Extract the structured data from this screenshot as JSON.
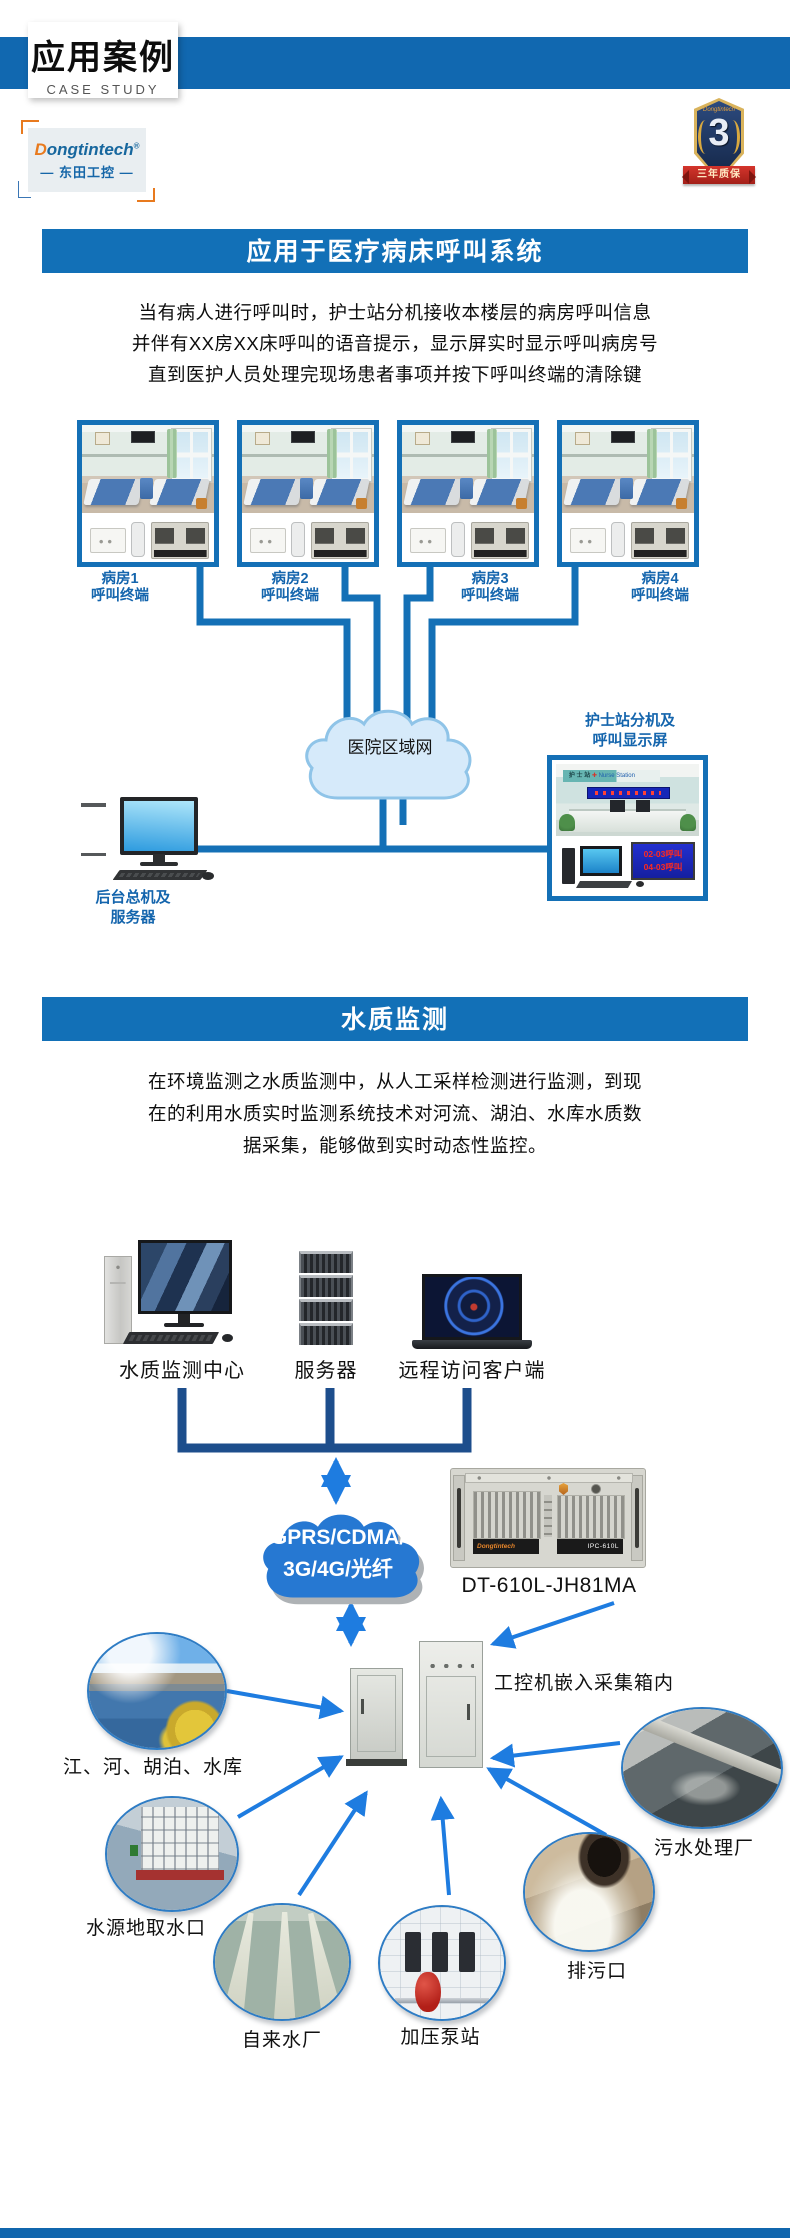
{
  "header": {
    "title_zh": "应用案例",
    "title_en": "CASE STUDY",
    "logo_d": "D",
    "logo_rest": "ongtintech",
    "logo_reg": "®",
    "logo_sub": "— 东田工控 —",
    "badge_brand": "Dongtintech",
    "badge_number": "3",
    "badge_ribbon": "三年质保"
  },
  "section1": {
    "banner": "应用于医疗病床呼叫系统",
    "paragraph": [
      "当有病人进行呼叫时，护士站分机接收本楼层的病房呼叫信息",
      "并伴有XX房XX床呼叫的语音提示，显示屏实时显示呼叫病房号",
      "直到医护人员处理完现场患者事项并按下呼叫终端的清除键"
    ],
    "rooms": [
      {
        "line1": "病房1",
        "line2": "呼叫终端"
      },
      {
        "line1": "病房2",
        "line2": "呼叫终端"
      },
      {
        "line1": "病房3",
        "line2": "呼叫终端"
      },
      {
        "line1": "病房4",
        "line2": "呼叫终端"
      }
    ],
    "cloud": "医院区域网",
    "nurse_label": {
      "line1": "护士站分机及",
      "line2": "呼叫显示屏"
    },
    "nurse_sign_zh": "护 士 站",
    "nurse_sign_cross": "✚",
    "nurse_sign_en": "Nurse Station",
    "led_panel": [
      "02-03呼叫",
      "04-03呼叫"
    ],
    "server_label": {
      "line1": "后台总机及",
      "line2": "服务器"
    }
  },
  "section2": {
    "banner": "水质监测",
    "paragraph": [
      "在环境监测之水质监测中，从人工采样检测进行监测，到现",
      "在的利用水质实时监测系统技术对河流、湖泊、水库水质数",
      "据采集，能够做到实时动态性监控。"
    ],
    "monitor_center_label": "水质监测中心",
    "server_label": "服务器",
    "client_label": "远程访问客户端",
    "cloud_line1": "GPRS/CDMA/",
    "cloud_line2": "3G/4G/光纤",
    "device_model": "DT-610L-JH81MA",
    "device_front_brand": "Dongtintech",
    "device_front_model": "IPC-610L",
    "cabinet_label": "工控机嵌入采集箱内",
    "source_labels": {
      "lake": "江、河、胡泊、水库",
      "intake": "水源地取水口",
      "waterworks": "自来水厂",
      "pump_station": "加压泵站",
      "sewage_outlet": "排污口",
      "sewage_plant": "污水处理厂"
    }
  },
  "colors": {
    "primary_blue": "#1270b7",
    "navy_line": "#1d4e8c",
    "arrow_blue": "#1e7ce0",
    "cloud_light": "#d6eafa",
    "cloud_solid": "#2678d2",
    "label_blue": "#1465ad"
  }
}
